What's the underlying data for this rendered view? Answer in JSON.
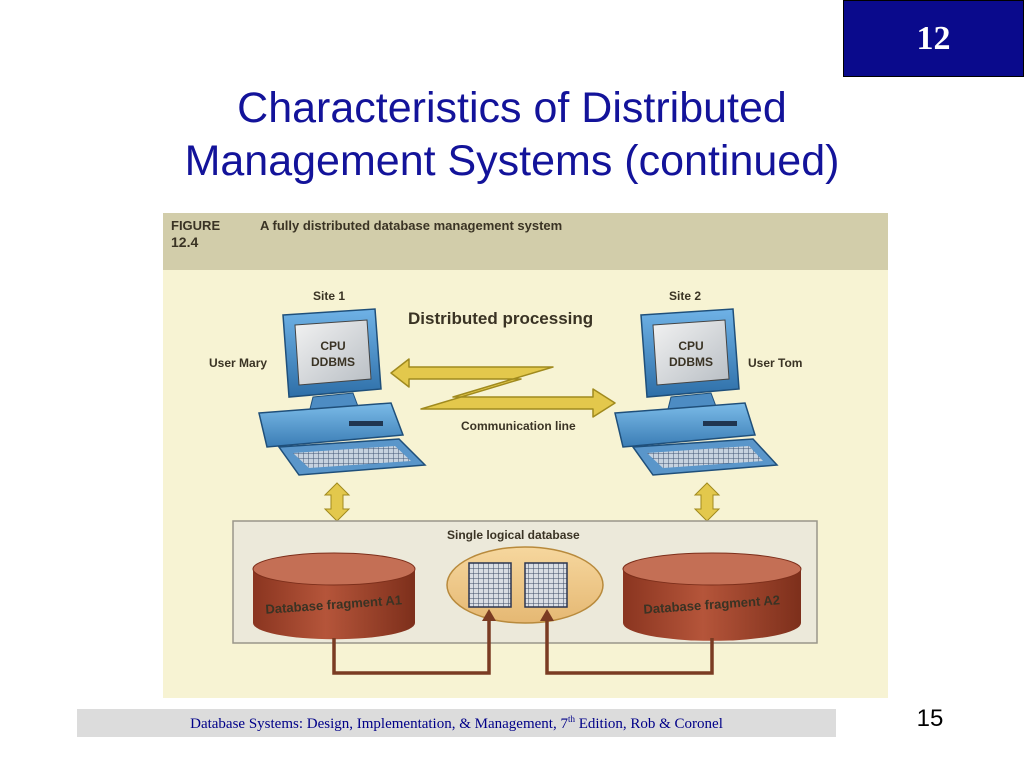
{
  "chapter_number": "12",
  "title_line1": "Characteristics of Distributed",
  "title_line2": "Management Systems (continued)",
  "figure": {
    "label_line1": "FIGURE",
    "label_line2": "12.4",
    "caption": "A fully distributed database management system",
    "heading": "Distributed processing",
    "site1": {
      "site_label": "Site 1",
      "user_label": "User Mary",
      "screen_line1": "CPU",
      "screen_line2": "DDBMS"
    },
    "site2": {
      "site_label": "Site 2",
      "user_label": "User Tom",
      "screen_line1": "CPU",
      "screen_line2": "DDBMS"
    },
    "communication_label": "Communication line",
    "database_label": "Single logical database",
    "fragment_a1": "Database fragment A1",
    "fragment_a2": "Database fragment A2"
  },
  "footer": {
    "text_before": "Database Systems: Design, Implementation, & Management, 7",
    "superscript": "th",
    "text_after": " Edition, Rob & Coronel"
  },
  "page_number": "15",
  "colors": {
    "chapter_box": "#0a0a8c",
    "title": "#13139a",
    "figure_background": "#f7f3d3",
    "figure_header": "#d2cdaa",
    "cylinder": "#a8452d",
    "connector": "#7a3b22",
    "arrow": "#e0c64a"
  }
}
